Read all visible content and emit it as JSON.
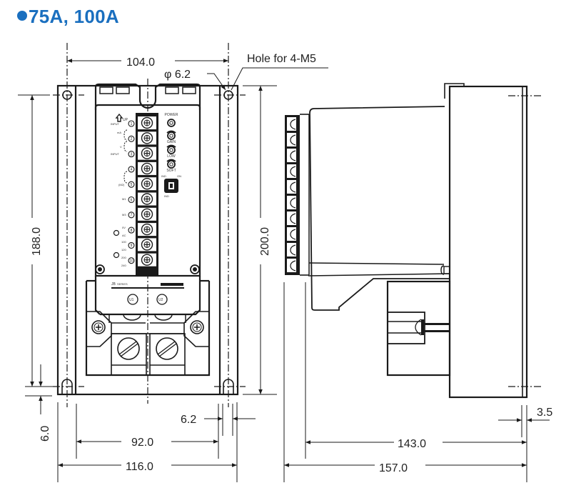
{
  "title": "75A, 100A",
  "colors": {
    "title": "#1a6fbf",
    "line": "#1a1a1a"
  },
  "dimensions": {
    "width_holes": "104.0",
    "hole_dia": "φ 6.2",
    "hole_note": "Hole for 4-M5",
    "height_holes": "188.0",
    "height_total": "200.0",
    "slot_offset": "6.0",
    "slot_width": "6.2",
    "inner_width": "92.0",
    "total_width": "116.0",
    "flange": "3.5",
    "depth_body": "143.0",
    "depth_total": "157.0"
  },
  "panel": {
    "up_label": "UP",
    "terminal_labels": [
      "INPUT",
      "mA",
      "V",
      "INPUT",
      "(M2)",
      "M1",
      "M3",
      "0V",
      "AC",
      "100",
      "120",
      "200",
      "240"
    ],
    "terminal_numbers": [
      "1",
      "2",
      "3",
      "4",
      "5",
      "6",
      "7",
      "8",
      "9",
      "10"
    ],
    "knob_labels": [
      "POWER",
      "GAIN",
      "LOW",
      "SOFT"
    ],
    "switch_labels": [
      "IND",
      "ON",
      "IND"
    ],
    "brand": "JB",
    "brand_suffix": "SERIES",
    "power_terminals": [
      "U1",
      "U2"
    ]
  }
}
